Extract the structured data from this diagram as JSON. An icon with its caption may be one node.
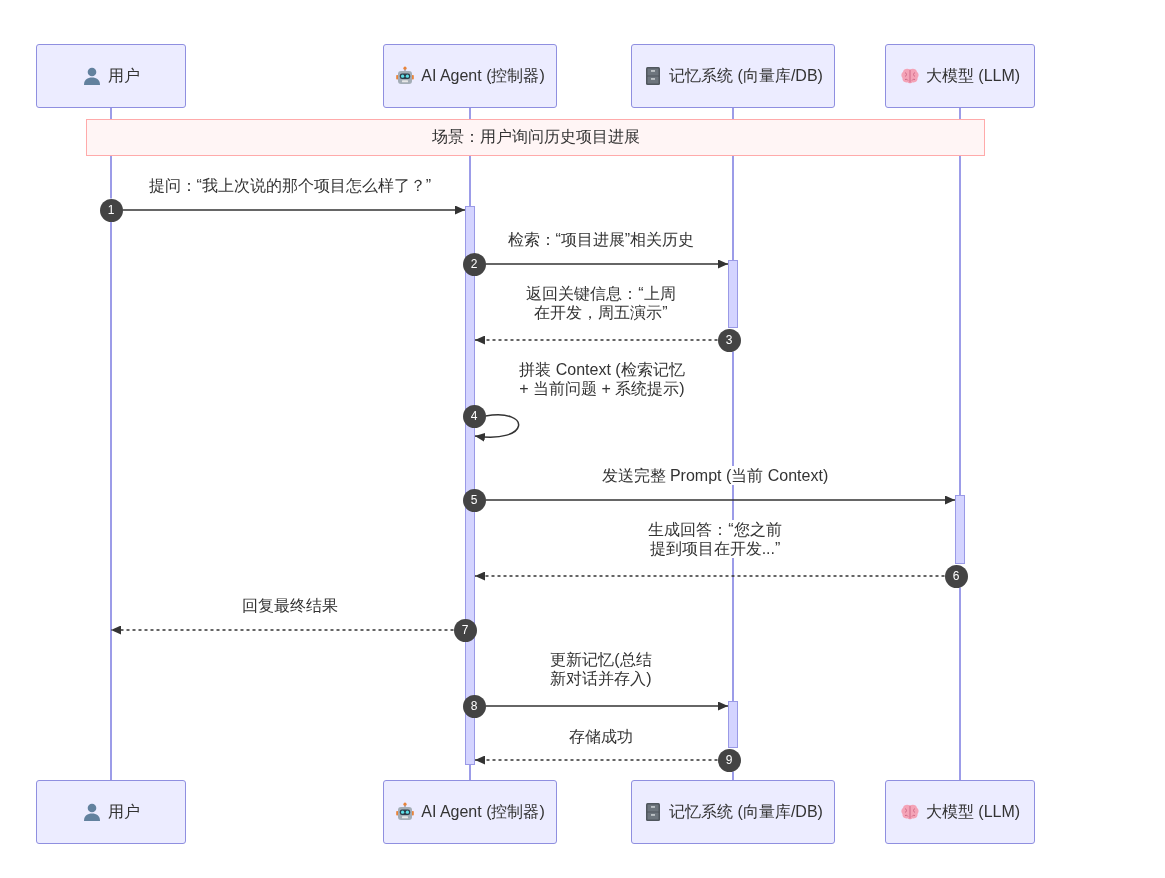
{
  "diagram": {
    "nodes": [
      {
        "text": [
          "用户"
        ]
      },
      {
        "text": [
          "AI Agent (控制器)"
        ]
      },
      {
        "text": [
          "记忆系统 (向量库/DB)"
        ]
      },
      {
        "text": [
          "大模型 (LLM)"
        ]
      },
      {
        "text": [
          "场景：用户询问历史项目进展"
        ]
      },
      {
        "text": [
          "1"
        ]
      },
      {
        "text": [],
        "shape": "bar"
      },
      {
        "text": [
          "2"
        ]
      },
      {
        "text": [],
        "shape": "bar"
      },
      {
        "text": [
          "3"
        ]
      },
      {
        "text": [
          "4"
        ]
      },
      {
        "text": [
          "5"
        ]
      },
      {
        "text": [],
        "shape": "bar"
      },
      {
        "text": [
          "6"
        ]
      },
      {
        "text": [
          "7"
        ]
      },
      {
        "text": [
          "8"
        ]
      },
      {
        "text": [],
        "shape": "bar"
      },
      {
        "text": [
          "9"
        ]
      },
      {
        "text": [
          "用户"
        ]
      },
      {
        "text": [
          "AI Agent (控制器)"
        ]
      },
      {
        "text": [
          "记忆系统 (向量库/DB)"
        ]
      },
      {
        "text": [
          "大模型 (LLM)"
        ]
      }
    ],
    "edges": [
      {
        "from": 0,
        "to": 4,
        "arrow": "none"
      },
      {
        "from": 4,
        "to": 5,
        "arrow": "none"
      },
      {
        "from": 5,
        "to": 18,
        "arrow": "none"
      },
      {
        "from": 1,
        "to": 4,
        "arrow": "none"
      },
      {
        "from": 4,
        "to": 6,
        "arrow": "none"
      },
      {
        "from": 6,
        "to": 19,
        "arrow": "none"
      },
      {
        "from": 2,
        "to": 4,
        "arrow": "none"
      },
      {
        "from": 4,
        "to": 8,
        "arrow": "none"
      },
      {
        "from": 9,
        "to": 16,
        "arrow": "none"
      },
      {
        "from": 17,
        "to": 20,
        "arrow": "none"
      },
      {
        "from": 3,
        "to": 4,
        "arrow": "none"
      },
      {
        "from": 4,
        "to": 12,
        "arrow": "none"
      },
      {
        "from": 13,
        "to": 21,
        "arrow": "none"
      },
      {
        "from": 5,
        "to": 6,
        "arrow": "to",
        "label": "提问：“我上次说的那个项目怎么样了？”",
        "color": "#333333"
      },
      {
        "from": 7,
        "to": 8,
        "arrow": "to",
        "label": "检索：“项目进展”相关历史",
        "color": "#333333"
      },
      {
        "from": 9,
        "to": 6,
        "arrow": "to",
        "label": "返回关键信息：“上周在开发，周五演示”",
        "style": "dashed",
        "color": "#333333"
      },
      {
        "from": 10,
        "to": 6,
        "arrow": "to",
        "label": "拼装 Context (检索记忆 + 当前问题 + 系统提示)",
        "color": "#333333"
      },
      {
        "from": 11,
        "to": 12,
        "arrow": "to",
        "label": "发送完整 Prompt (当前 Context)",
        "color": "#333333"
      },
      {
        "from": 13,
        "to": 6,
        "arrow": "to",
        "label": "生成回答：“您之前提到项目在开发...”",
        "style": "dashed",
        "color": "#333333"
      },
      {
        "from": 14,
        "to": null,
        "arrow": "to",
        "label": "回复最终结果",
        "style": "dashed",
        "color": "#333333"
      },
      {
        "from": 15,
        "to": 16,
        "arrow": "to",
        "label": "更新记忆(总结新对话并存入)",
        "color": "#333333"
      },
      {
        "from": 17,
        "to": 6,
        "arrow": "to",
        "label": "存储成功",
        "style": "dashed",
        "color": "#333333"
      }
    ]
  }
}
